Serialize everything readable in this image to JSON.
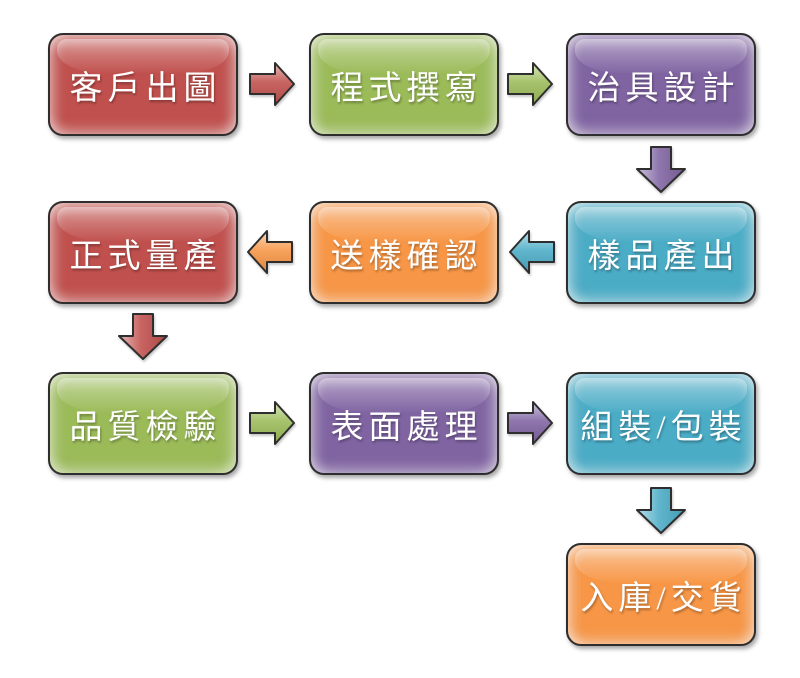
{
  "colors": {
    "red": "#C0504D",
    "green": "#9BBB59",
    "purple": "#8064A2",
    "teal": "#4BACC6",
    "orange": "#F79646",
    "outline": "#2E2E2E",
    "text": "#FFFFFF",
    "background": "#FFFFFF"
  },
  "flow": {
    "steps": [
      {
        "id": "customer-drawing",
        "label": "客戶出圖",
        "color": "red"
      },
      {
        "id": "programming",
        "label": "程式撰寫",
        "color": "green"
      },
      {
        "id": "jig-design",
        "label": "治具設計",
        "color": "purple"
      },
      {
        "id": "sample-output",
        "label": "樣品產出",
        "color": "teal"
      },
      {
        "id": "sample-confirm",
        "label": "送樣確認",
        "color": "orange"
      },
      {
        "id": "mass-production",
        "label": "正式量產",
        "color": "red"
      },
      {
        "id": "quality-inspection",
        "label": "品質檢驗",
        "color": "green"
      },
      {
        "id": "surface-treatment",
        "label": "表面處理",
        "color": "purple"
      },
      {
        "id": "assembly-packing",
        "label": "組裝/包裝",
        "color": "teal"
      },
      {
        "id": "warehouse-delivery",
        "label": "入庫/交貨",
        "color": "orange"
      }
    ],
    "arrows": [
      {
        "from": "customer-drawing",
        "to": "programming",
        "direction": "right",
        "color": "red"
      },
      {
        "from": "programming",
        "to": "jig-design",
        "direction": "right",
        "color": "green"
      },
      {
        "from": "jig-design",
        "to": "sample-output",
        "direction": "down",
        "color": "purple"
      },
      {
        "from": "sample-output",
        "to": "sample-confirm",
        "direction": "left",
        "color": "teal"
      },
      {
        "from": "sample-confirm",
        "to": "mass-production",
        "direction": "left",
        "color": "orange"
      },
      {
        "from": "mass-production",
        "to": "quality-inspection",
        "direction": "down",
        "color": "red"
      },
      {
        "from": "quality-inspection",
        "to": "surface-treatment",
        "direction": "right",
        "color": "green"
      },
      {
        "from": "surface-treatment",
        "to": "assembly-packing",
        "direction": "right",
        "color": "purple"
      },
      {
        "from": "assembly-packing",
        "to": "warehouse-delivery",
        "direction": "down",
        "color": "teal"
      }
    ]
  }
}
